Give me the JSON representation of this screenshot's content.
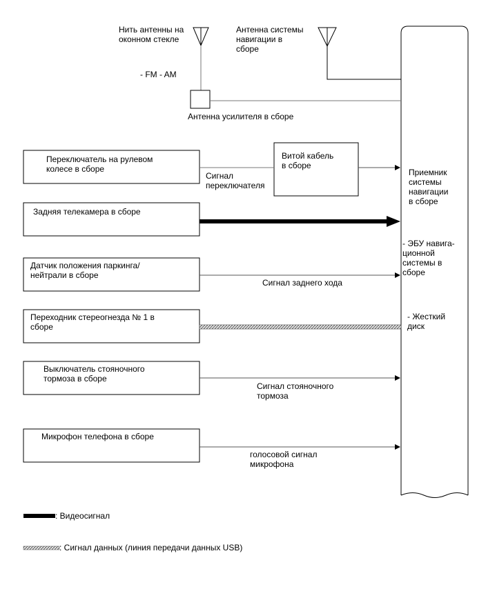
{
  "antennas": {
    "window_antenna_label": "Нить антенны на\nоконном стекле",
    "nav_antenna_label": "Антенна системы\nнавигации в\nсборе",
    "bands": "- FM  - AM",
    "amplifier_label": "Антенна усилителя в сборе"
  },
  "components": {
    "steering_switch": "Переключатель на рулевом\nколесе в сборе",
    "spiral_cable": "Витой кабель\nв сборе",
    "rear_camera": "Задняя телекамера в сборе",
    "park_neutral_sensor": "Датчик положения паркинга/\nнейтрали в сборе",
    "stereo_jack_adapter": "Переходник стереогнезда № 1 в\nсборе",
    "parking_brake_switch": "Выключатель стояночного\nтормоза в сборе",
    "telephone_microphone": "Микрофон телефона в сборе"
  },
  "signals": {
    "switch_signal": "Сигнал\nпереключателя",
    "reverse_signal": "Сигнал заднего хода",
    "parking_brake_signal": "Сигнал стояночного\nтормоза",
    "voice_signal": "голосовой сигнал\nмикрофона"
  },
  "receiver": {
    "title": "Приемник\nсистемы\nнавигации\nв сборе",
    "ecu": "- ЭБУ навига-\nционной\nсистемы в\nсборе",
    "hdd": "- Жесткий\nдиск"
  },
  "legend": {
    "video": ": Видеосигнал",
    "data": ": Сигнал данных (линия передачи данных USB)"
  }
}
